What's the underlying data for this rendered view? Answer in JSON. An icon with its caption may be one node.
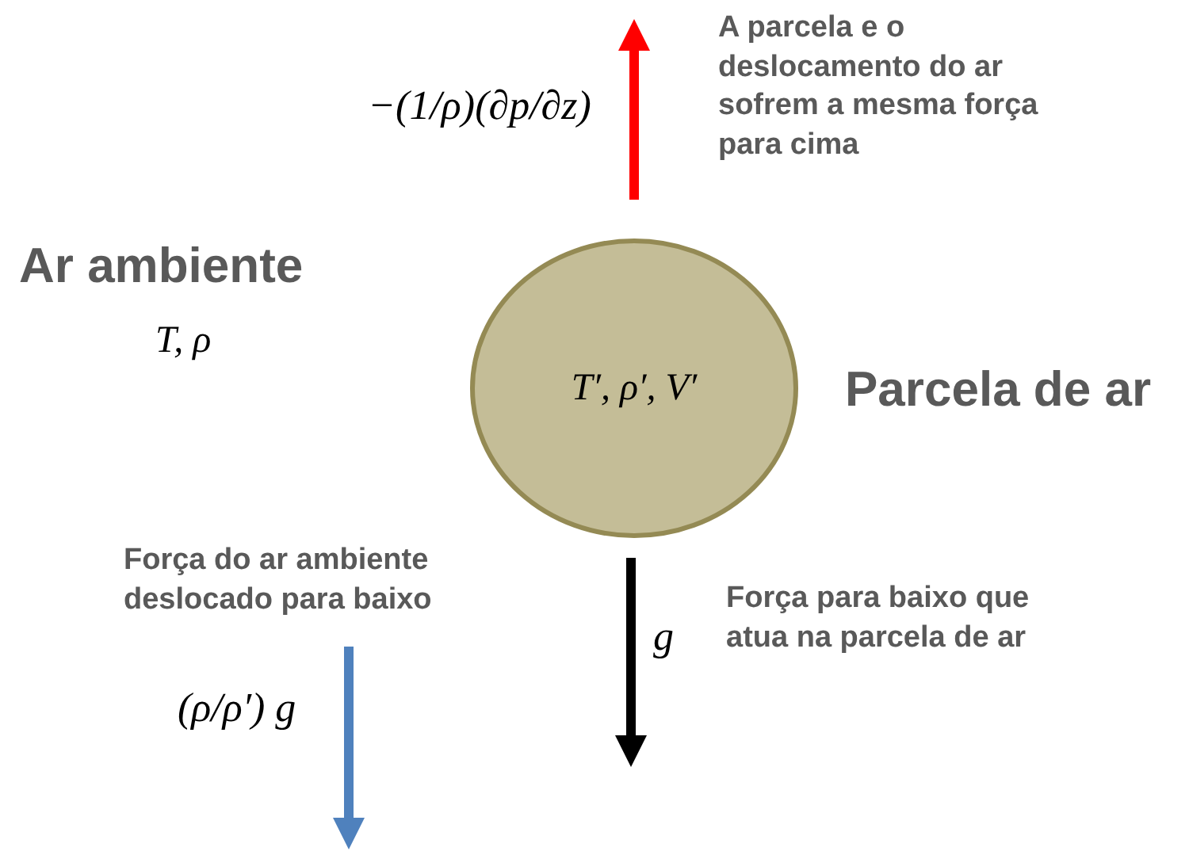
{
  "diagram": {
    "nodes": [
      {
        "text": [
          "T′, ρ′, V′"
        ]
      }
    ],
    "labels": [
      "A parcela e o deslocamento do ar sofrem a mesma força para cima",
      "−(1/ρ)(∂p/∂z)",
      "Ar ambiente",
      "T, ρ",
      "Parcela de ar",
      "Força do ar ambiente deslocado para baixo",
      "(ρ/ρ′) g",
      "g",
      "Força para baixo que atua na parcela de ar"
    ]
  }
}
